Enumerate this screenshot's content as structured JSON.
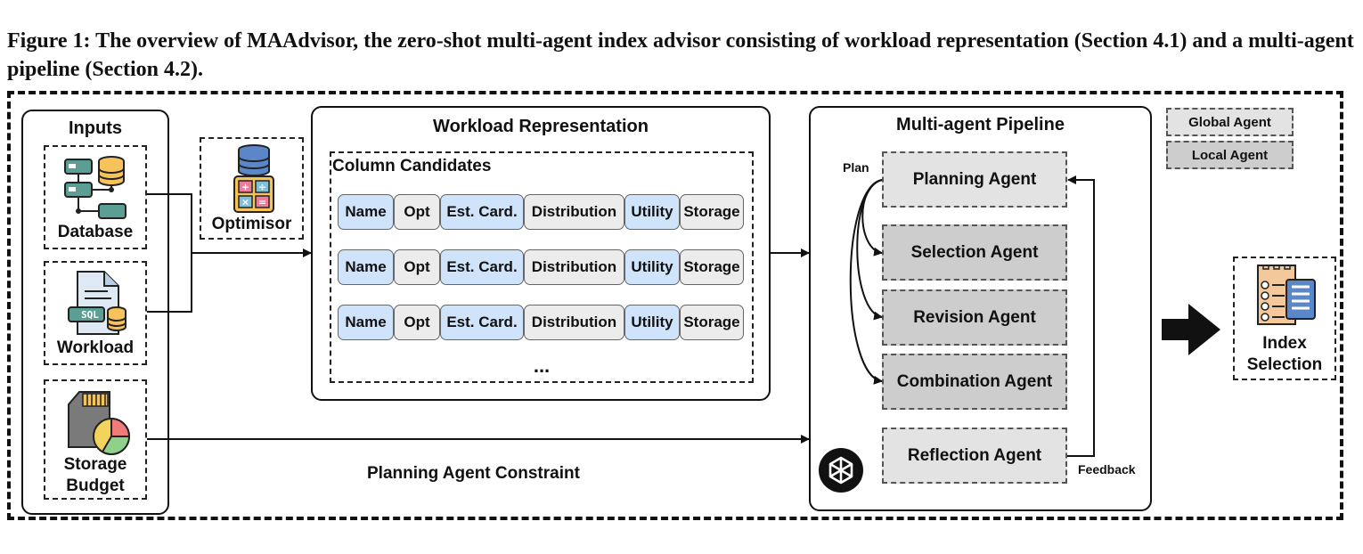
{
  "caption": "Figure 1: The overview of MAAdvisor, the zero-shot multi-agent index advisor consisting of workload representation (Section 4.1) and a multi-agent pipeline (Section 4.2).",
  "inputs": {
    "title": "Inputs",
    "database": "Database",
    "workload": "Workload",
    "sql_tag": "SQL",
    "storage_line1": "Storage",
    "storage_line2": "Budget"
  },
  "optimisor": "Optimisor",
  "workload_representation": {
    "title": "Workload Representation",
    "subtitle": "Column Candidates",
    "columns": [
      "Name",
      "Opt",
      "Est. Card.",
      "Distribution",
      "Utility",
      "Storage"
    ],
    "ellipsis": "..."
  },
  "pipeline": {
    "title": "Multi-agent Pipeline",
    "plan_label": "Plan",
    "feedback_label": "Feedback",
    "agents": [
      "Planning Agent",
      "Selection Agent",
      "Revision Agent",
      "Combination Agent",
      "Reflection Agent"
    ]
  },
  "legend": {
    "global": "Global Agent",
    "local": "Local Agent"
  },
  "constraint_label": "Planning Agent Constraint",
  "output": {
    "line1": "Index",
    "line2": "Selection"
  },
  "colors": {
    "column_blue": "#cfe3fb",
    "column_grey": "#ececec",
    "global_agent": "#e3e3e3",
    "local_agent": "#cdcdcd"
  }
}
